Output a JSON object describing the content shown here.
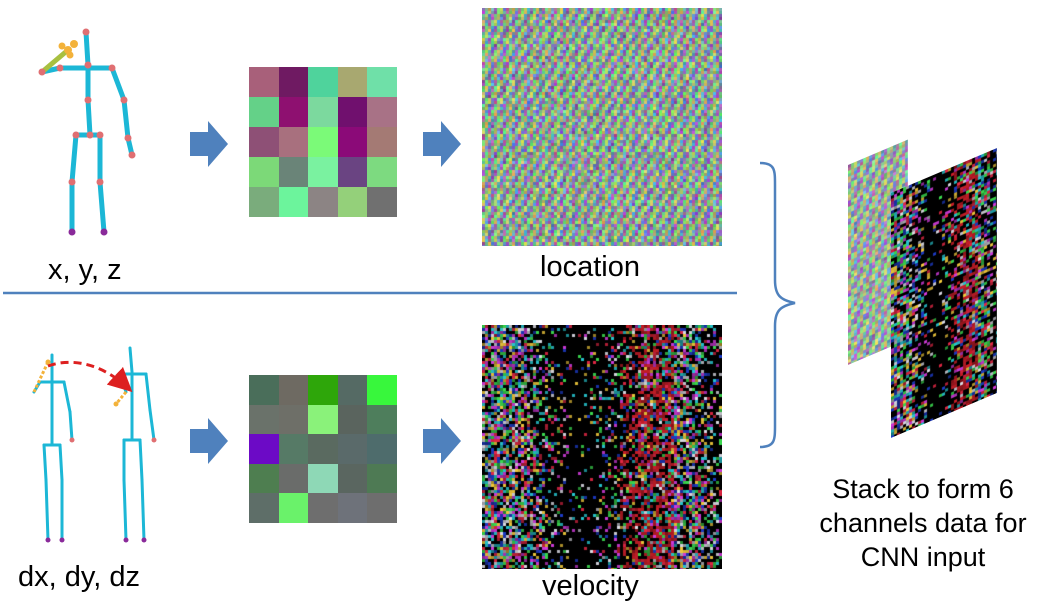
{
  "labels": {
    "top_input": "x, y, z",
    "top_output": "location",
    "bottom_input": "dx, dy, dz",
    "bottom_output": "velocity",
    "stack_caption": "Stack to form 6 channels data for CNN input"
  },
  "grids": {
    "location": [
      "#a8607a",
      "#6f1a62",
      "#4fd39c",
      "#a8a870",
      "#6fe0a8",
      "#64d188",
      "#8e1070",
      "#7cd99e",
      "#70106e",
      "#a87286",
      "#8e5076",
      "#a8707e",
      "#7bfa78",
      "#8b0a78",
      "#a47a74",
      "#7cd978",
      "#6a8478",
      "#7af2a0",
      "#6a4482",
      "#7dda80",
      "#7aac7c",
      "#6cf49c",
      "#8c8484",
      "#94d07a",
      "#707070"
    ],
    "velocity": [
      "#4a6e5a",
      "#6e6a62",
      "#2ea60a",
      "#556a64",
      "#38f73c",
      "#6a726a",
      "#6e6f68",
      "#8af27a",
      "#5a645e",
      "#4e7e5c",
      "#6c0ac6",
      "#567a66",
      "#5a6a60",
      "#5a6a6a",
      "#4e6c6c",
      "#4e7e50",
      "#6a6c6a",
      "#8ed8b6",
      "#5a6660",
      "#4e7a54",
      "#5e6e68",
      "#6af26a",
      "#6e6e6e",
      "#6e727a",
      "#6e6e6e"
    ]
  },
  "colors": {
    "arrow_fill": "#4f81bd",
    "divider": "#4f81bd",
    "bone": "#1cb7d6",
    "joint": "#e06f72",
    "motion_arrow": "#dd2020",
    "hand": "#f3b23a"
  },
  "icons": [
    "arrow-right-icon",
    "brace-icon",
    "skeleton-icon"
  ]
}
